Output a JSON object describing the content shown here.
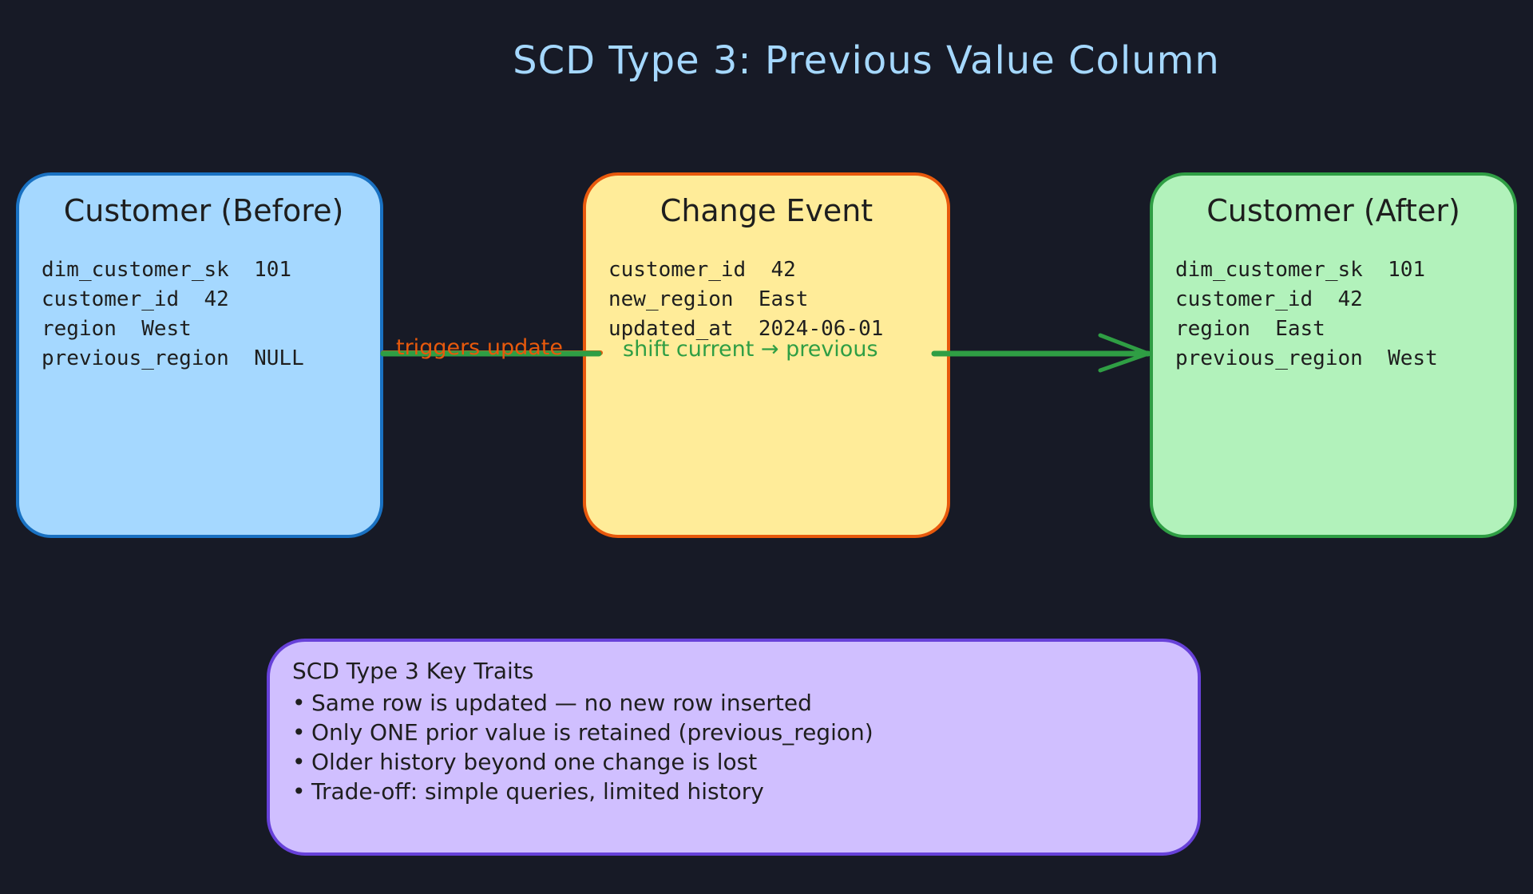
{
  "title": "SCD Type 3: Previous Value Column",
  "boxes": {
    "before": {
      "heading": "Customer (Before)",
      "fields": [
        "dim_customer_sk  101",
        "customer_id  42",
        "region  West",
        "previous_region  NULL"
      ]
    },
    "event": {
      "heading": "Change Event",
      "fields": [
        "customer_id  42",
        "new_region  East",
        "updated_at  2024-06-01"
      ]
    },
    "after": {
      "heading": "Customer (After)",
      "fields": [
        "dim_customer_sk  101",
        "customer_id  42",
        "region  East",
        "previous_region  West"
      ]
    }
  },
  "connectors": {
    "trigger_label": "triggers update",
    "shift_label": "shift current → previous"
  },
  "traits": {
    "title": "SCD Type 3 Key Traits",
    "items": [
      "Same row is updated — no new row inserted",
      "Only ONE prior value is retained (previous_region)",
      "Older history beyond one change is lost",
      "Trade-off: simple queries, limited history"
    ]
  },
  "colors": {
    "background": "#171a26",
    "title": "#a5d8ff",
    "before_fill": "#a5d8ff",
    "before_stroke": "#1971c2",
    "event_fill": "#ffec99",
    "event_stroke": "#e8590c",
    "after_fill": "#b2f2bb",
    "after_stroke": "#2f9e44",
    "traits_fill": "#d0bfff",
    "traits_stroke": "#6741d9",
    "trigger_arrow": "#e8590c",
    "shift_arrow": "#2f9e44"
  }
}
